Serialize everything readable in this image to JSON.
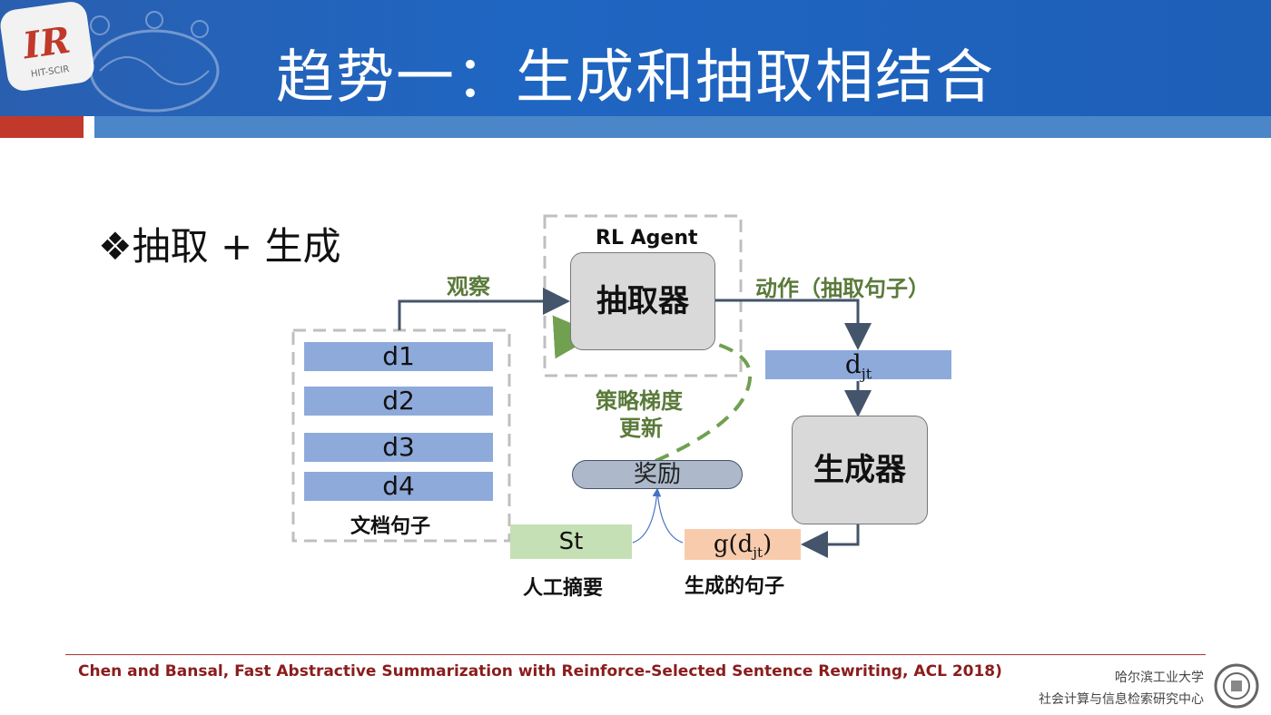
{
  "header": {
    "title": "趋势一：生成和抽取相结合",
    "logo_text": "IR",
    "logo_sub": "HIT-SCIR"
  },
  "bullet": "❖抽取 + 生成",
  "diagram": {
    "agent_label": "RL Agent",
    "extractor": "抽取器",
    "generator": "生成器",
    "observe_label": "观察",
    "action_label": "动作（抽取句子）",
    "policy_label_1": "策略梯度",
    "policy_label_2": "更新",
    "reward": "奖励",
    "docs": [
      "d1",
      "d2",
      "d3",
      "d4"
    ],
    "docs_caption": "文档句子",
    "djt_base": "d",
    "djt_sub": "jt",
    "summary": "St",
    "summary_caption": "人工摘要",
    "gen_base": "g(d",
    "gen_sub": "jt",
    "gen_close": ")",
    "gen_caption": "生成的句子"
  },
  "footer": {
    "citation": "Chen and Bansal, Fast Abstractive Summarization with Reinforce-Selected Sentence Rewriting, ACL 2018)",
    "institution_1": "哈尔滨工业大学",
    "institution_2": "社会计算与信息检索研究中心"
  },
  "colors": {
    "header_blue": "#1f66c2",
    "bar_blue": "#8eaadb",
    "label_green": "#5a7a3a",
    "summary_green": "#c5e0b4",
    "gen_orange": "#f8cbad",
    "reward_gray": "#adb9ca"
  }
}
